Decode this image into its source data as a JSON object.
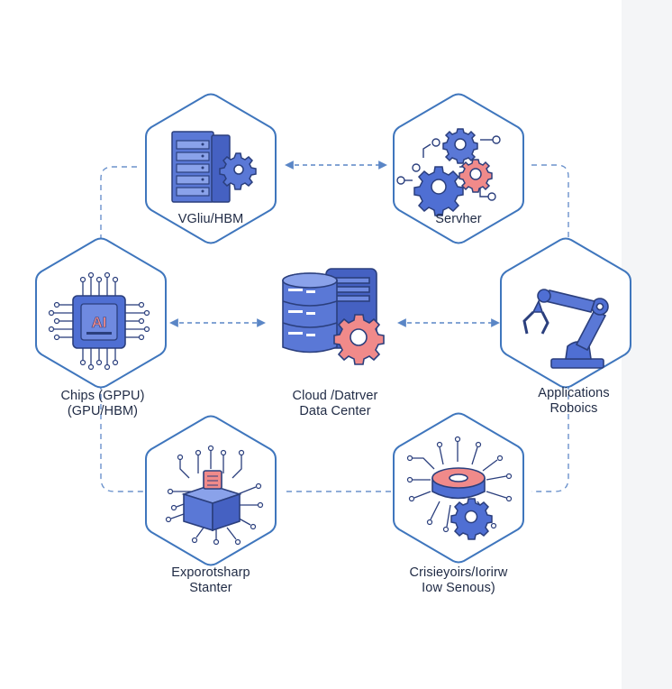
{
  "colors": {
    "hex_stroke": "#3f76bd",
    "connector": "#5a86c6",
    "icon_blue": "#4f6fd3",
    "icon_dark": "#2b3f7d",
    "icon_pink": "#f08a8a",
    "label_text": "#1f2a44"
  },
  "nodes": {
    "top_left": {
      "label": "VGliu/HBM",
      "icon": "server-rack-gear-icon"
    },
    "top_right": {
      "label": "Servher",
      "icon": "gears-network-icon"
    },
    "mid_left": {
      "label_line1": "Chips (GPPU)",
      "label_line2": "(GPU/HBM)",
      "icon": "ai-chip-icon",
      "chip_text": "AI"
    },
    "center": {
      "label_line1": "Cloud /Datrver",
      "label_line2": "Data Center",
      "icon": "cloud-server-gear-icon"
    },
    "mid_right": {
      "label_line1": "Applications",
      "label_line2": "Roboics",
      "icon": "robot-arm-icon"
    },
    "bottom_left": {
      "label_line1": "Exporotsharp",
      "label_line2": "Stanter",
      "icon": "chip-box-circuit-icon"
    },
    "bottom_right": {
      "label_line1": "Crisieyoirs/Iorirw",
      "label_line2": "Iow Senous)",
      "icon": "sensor-disc-gear-icon"
    }
  }
}
